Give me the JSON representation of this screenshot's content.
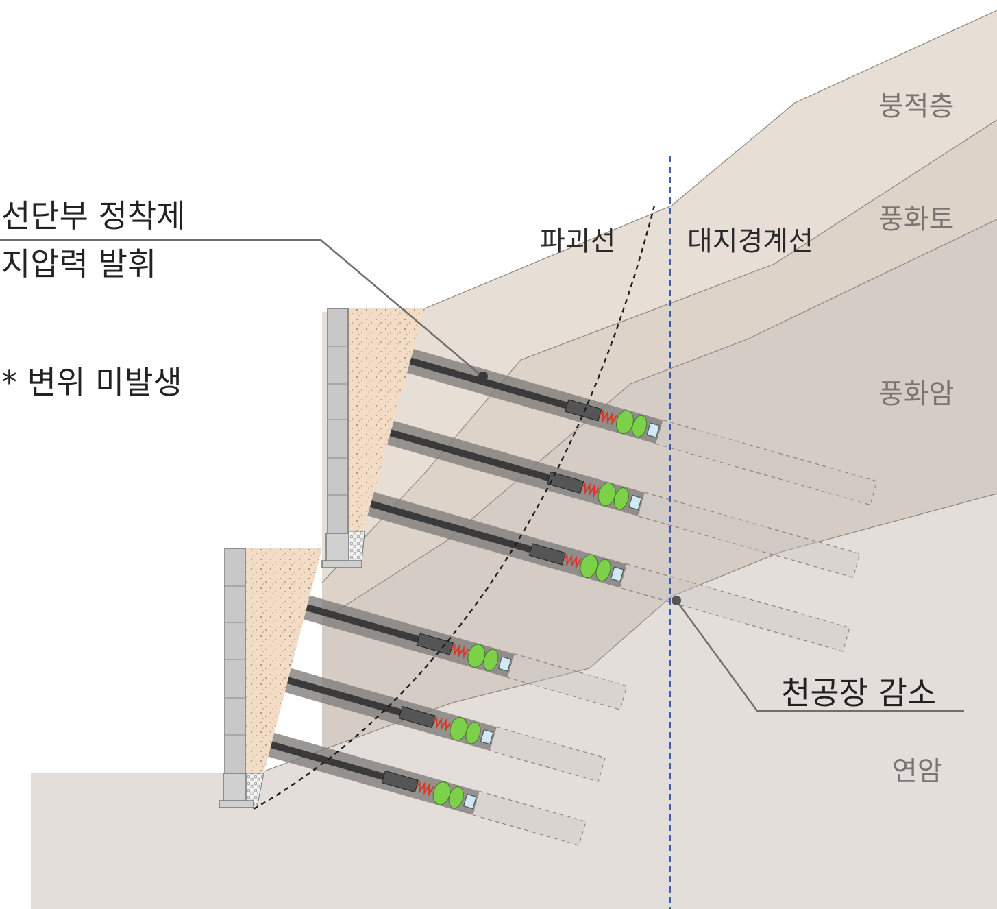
{
  "labels": {
    "anchor_head_line1": "선단부 정착제",
    "anchor_head_line2": "지압력 발휘",
    "no_displacement": "* 변위 미발생",
    "failure_line": "파괴선",
    "boundary_line": "대지경계선",
    "borehole_reduction": "천공장 감소"
  },
  "layers": [
    {
      "id": "colluvium",
      "label": "붕적층",
      "color": "#e7ded5"
    },
    {
      "id": "weathered_soil",
      "label": "풍화토",
      "color": "#ddd3c8"
    },
    {
      "id": "weathered_rock",
      "label": "풍화암",
      "color": "#d6ccc6"
    },
    {
      "id": "soft_rock",
      "label": "연암",
      "color": "#e4dedb"
    }
  ],
  "colors": {
    "wall": "#c8c8c8",
    "backfill": "#f2dcc6",
    "boundary": "#2b4fa0",
    "bar": "#3a3a3a",
    "grout": "#7e7b79",
    "anchor_green": "#7dd04a",
    "spring_red": "#d83a2a",
    "cap_blue": "#cfeaf4"
  },
  "icons": [
    "anchor-head-icon",
    "spring-icon",
    "packer-icon",
    "pointer-dot-icon"
  ]
}
